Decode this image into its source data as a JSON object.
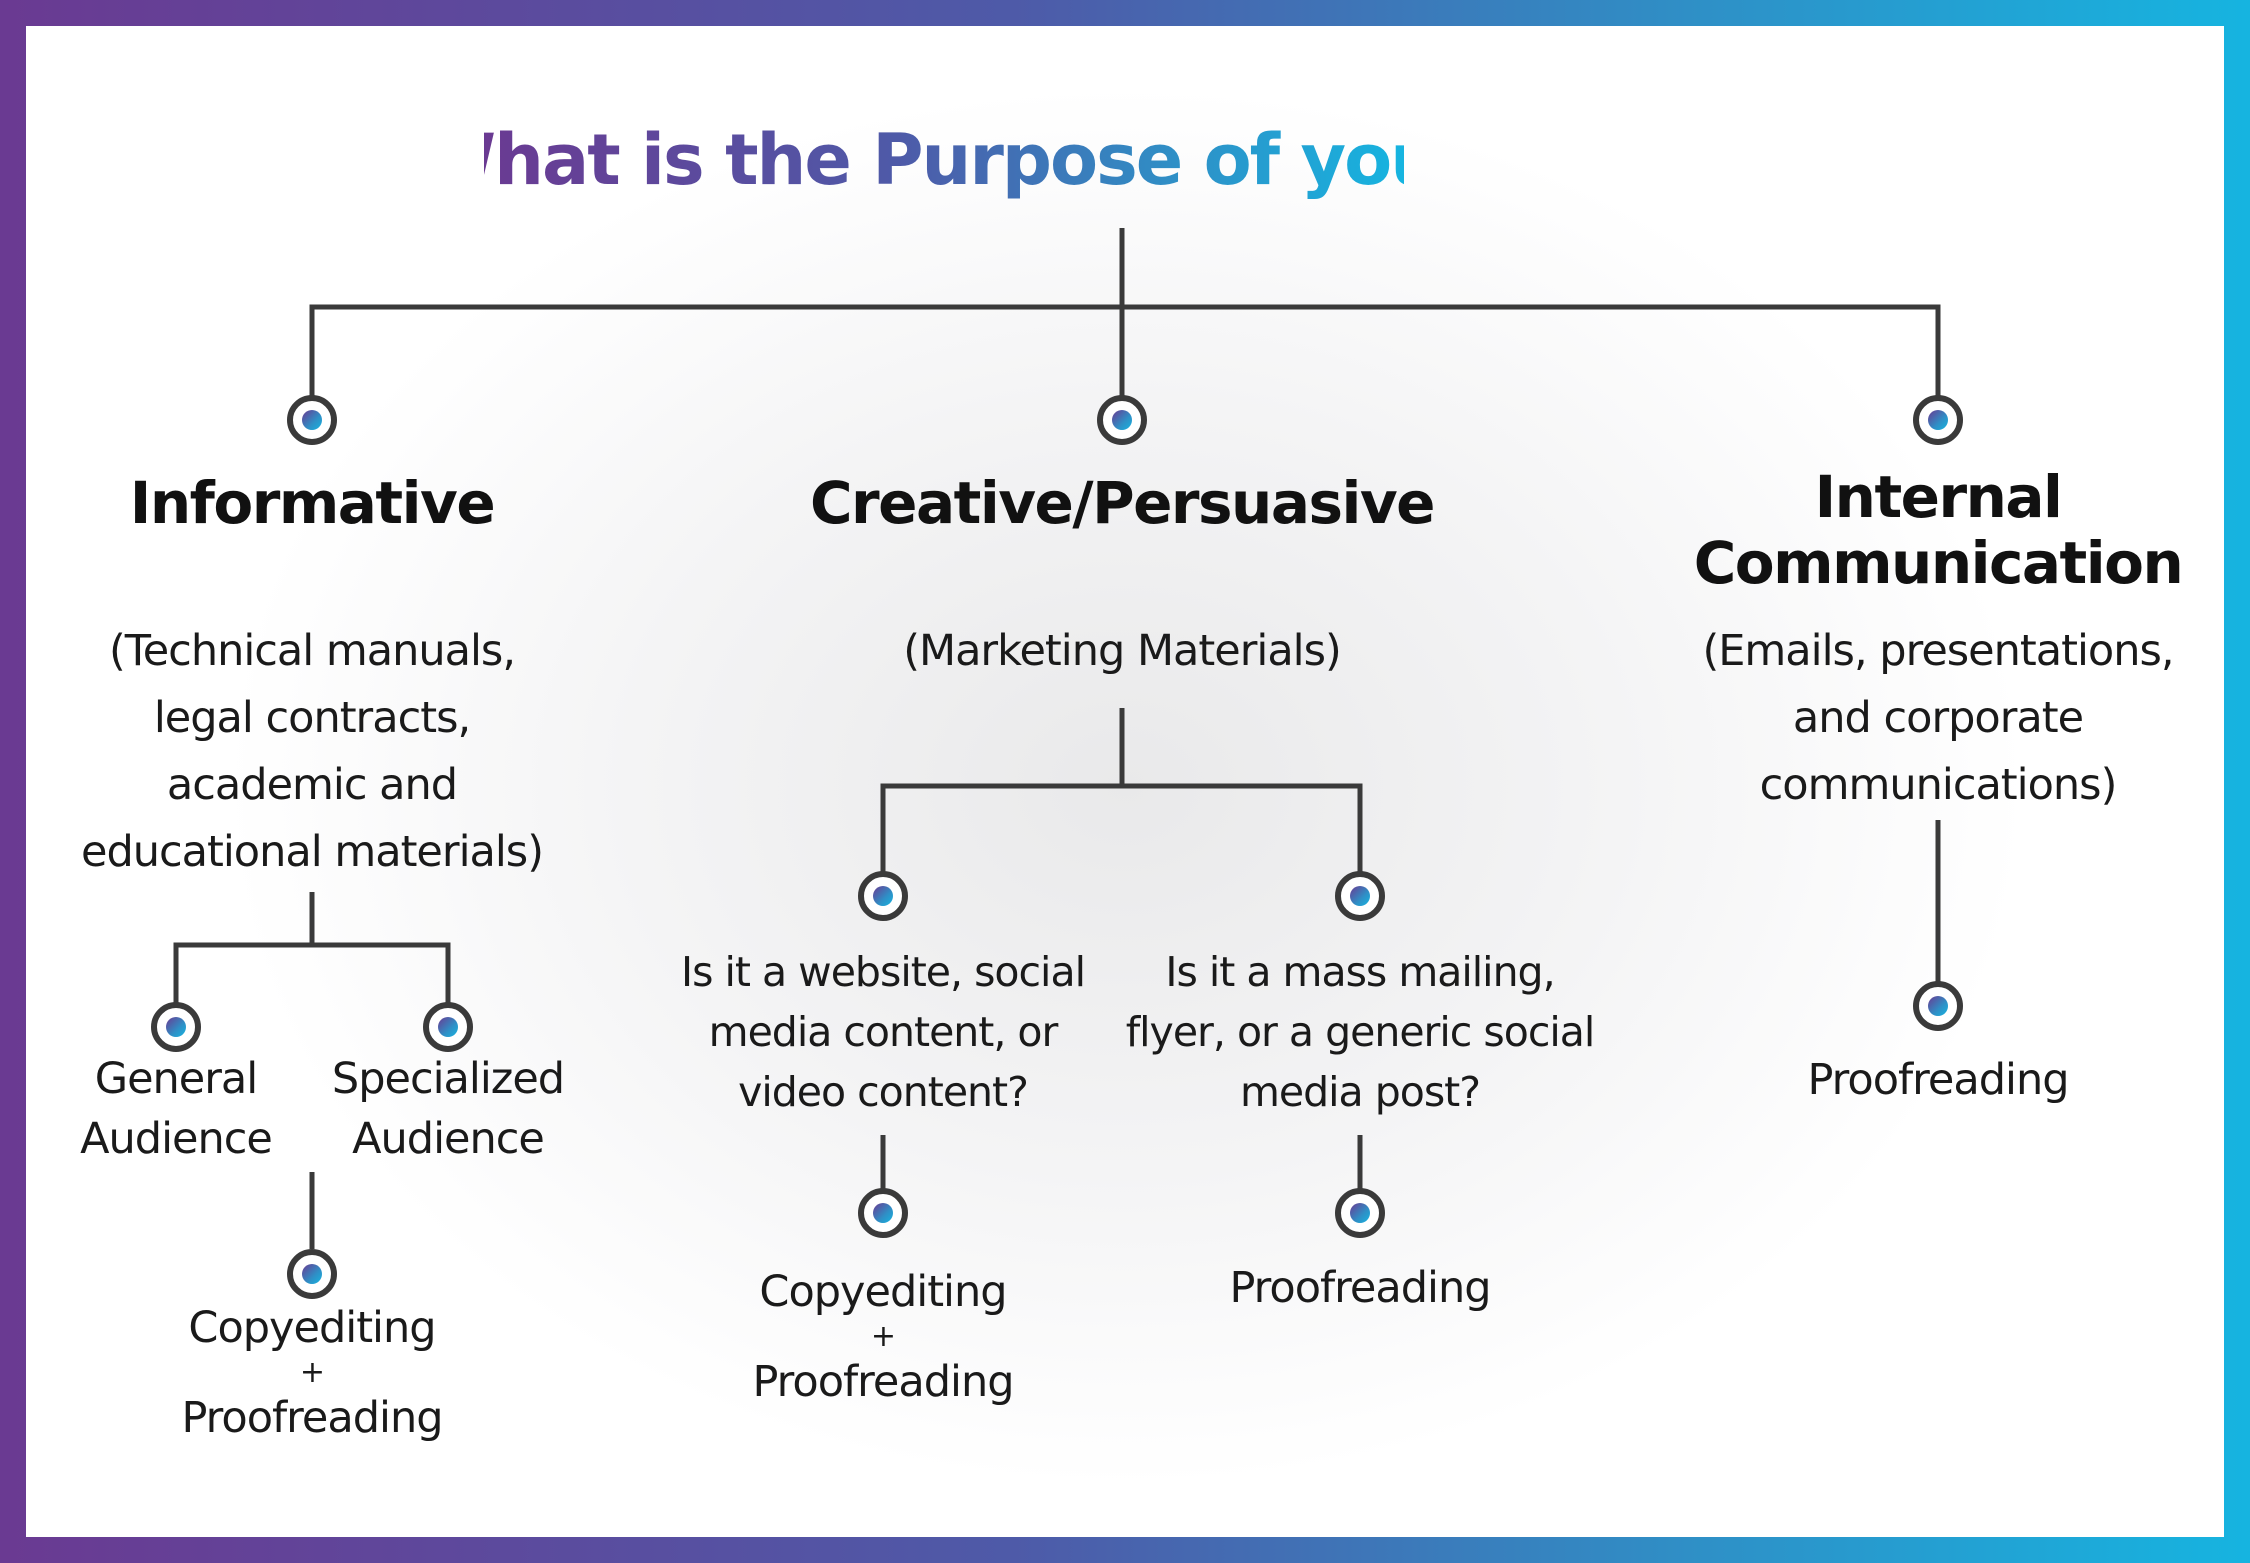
{
  "title": "What is the Purpose of your Content?",
  "colors": {
    "gradient_start": "#6a3a92",
    "gradient_mid": "#4e5aa8",
    "gradient_end": "#16b4e0",
    "connector": "#3a3a3a"
  },
  "informative": {
    "heading": "Informative",
    "examples": [
      "(Technical manuals,",
      "legal contracts,",
      "academic and",
      "educational materials)"
    ],
    "general_audience": [
      "General",
      "Audience"
    ],
    "specialized_audience": [
      "Specialized",
      "Audience"
    ],
    "result": {
      "line1": "Copyediting",
      "plus": "+",
      "line2": "Proofreading"
    }
  },
  "creative": {
    "heading": "Creative/Persuasive",
    "examples": "(Marketing Materials)",
    "website_question": [
      "Is it a website, social",
      "media content, or",
      "video content?"
    ],
    "website_result": {
      "line1": "Copyediting",
      "plus": "+",
      "line2": "Proofreading"
    },
    "mailing_question": [
      "Is it a mass mailing,",
      "flyer, or a generic social",
      "media post?"
    ],
    "mailing_result": "Proofreading"
  },
  "internal": {
    "heading": [
      "Internal",
      "Communication"
    ],
    "examples": [
      "(Emails, presentations,",
      "and corporate",
      "communications)"
    ],
    "result": "Proofreading"
  }
}
